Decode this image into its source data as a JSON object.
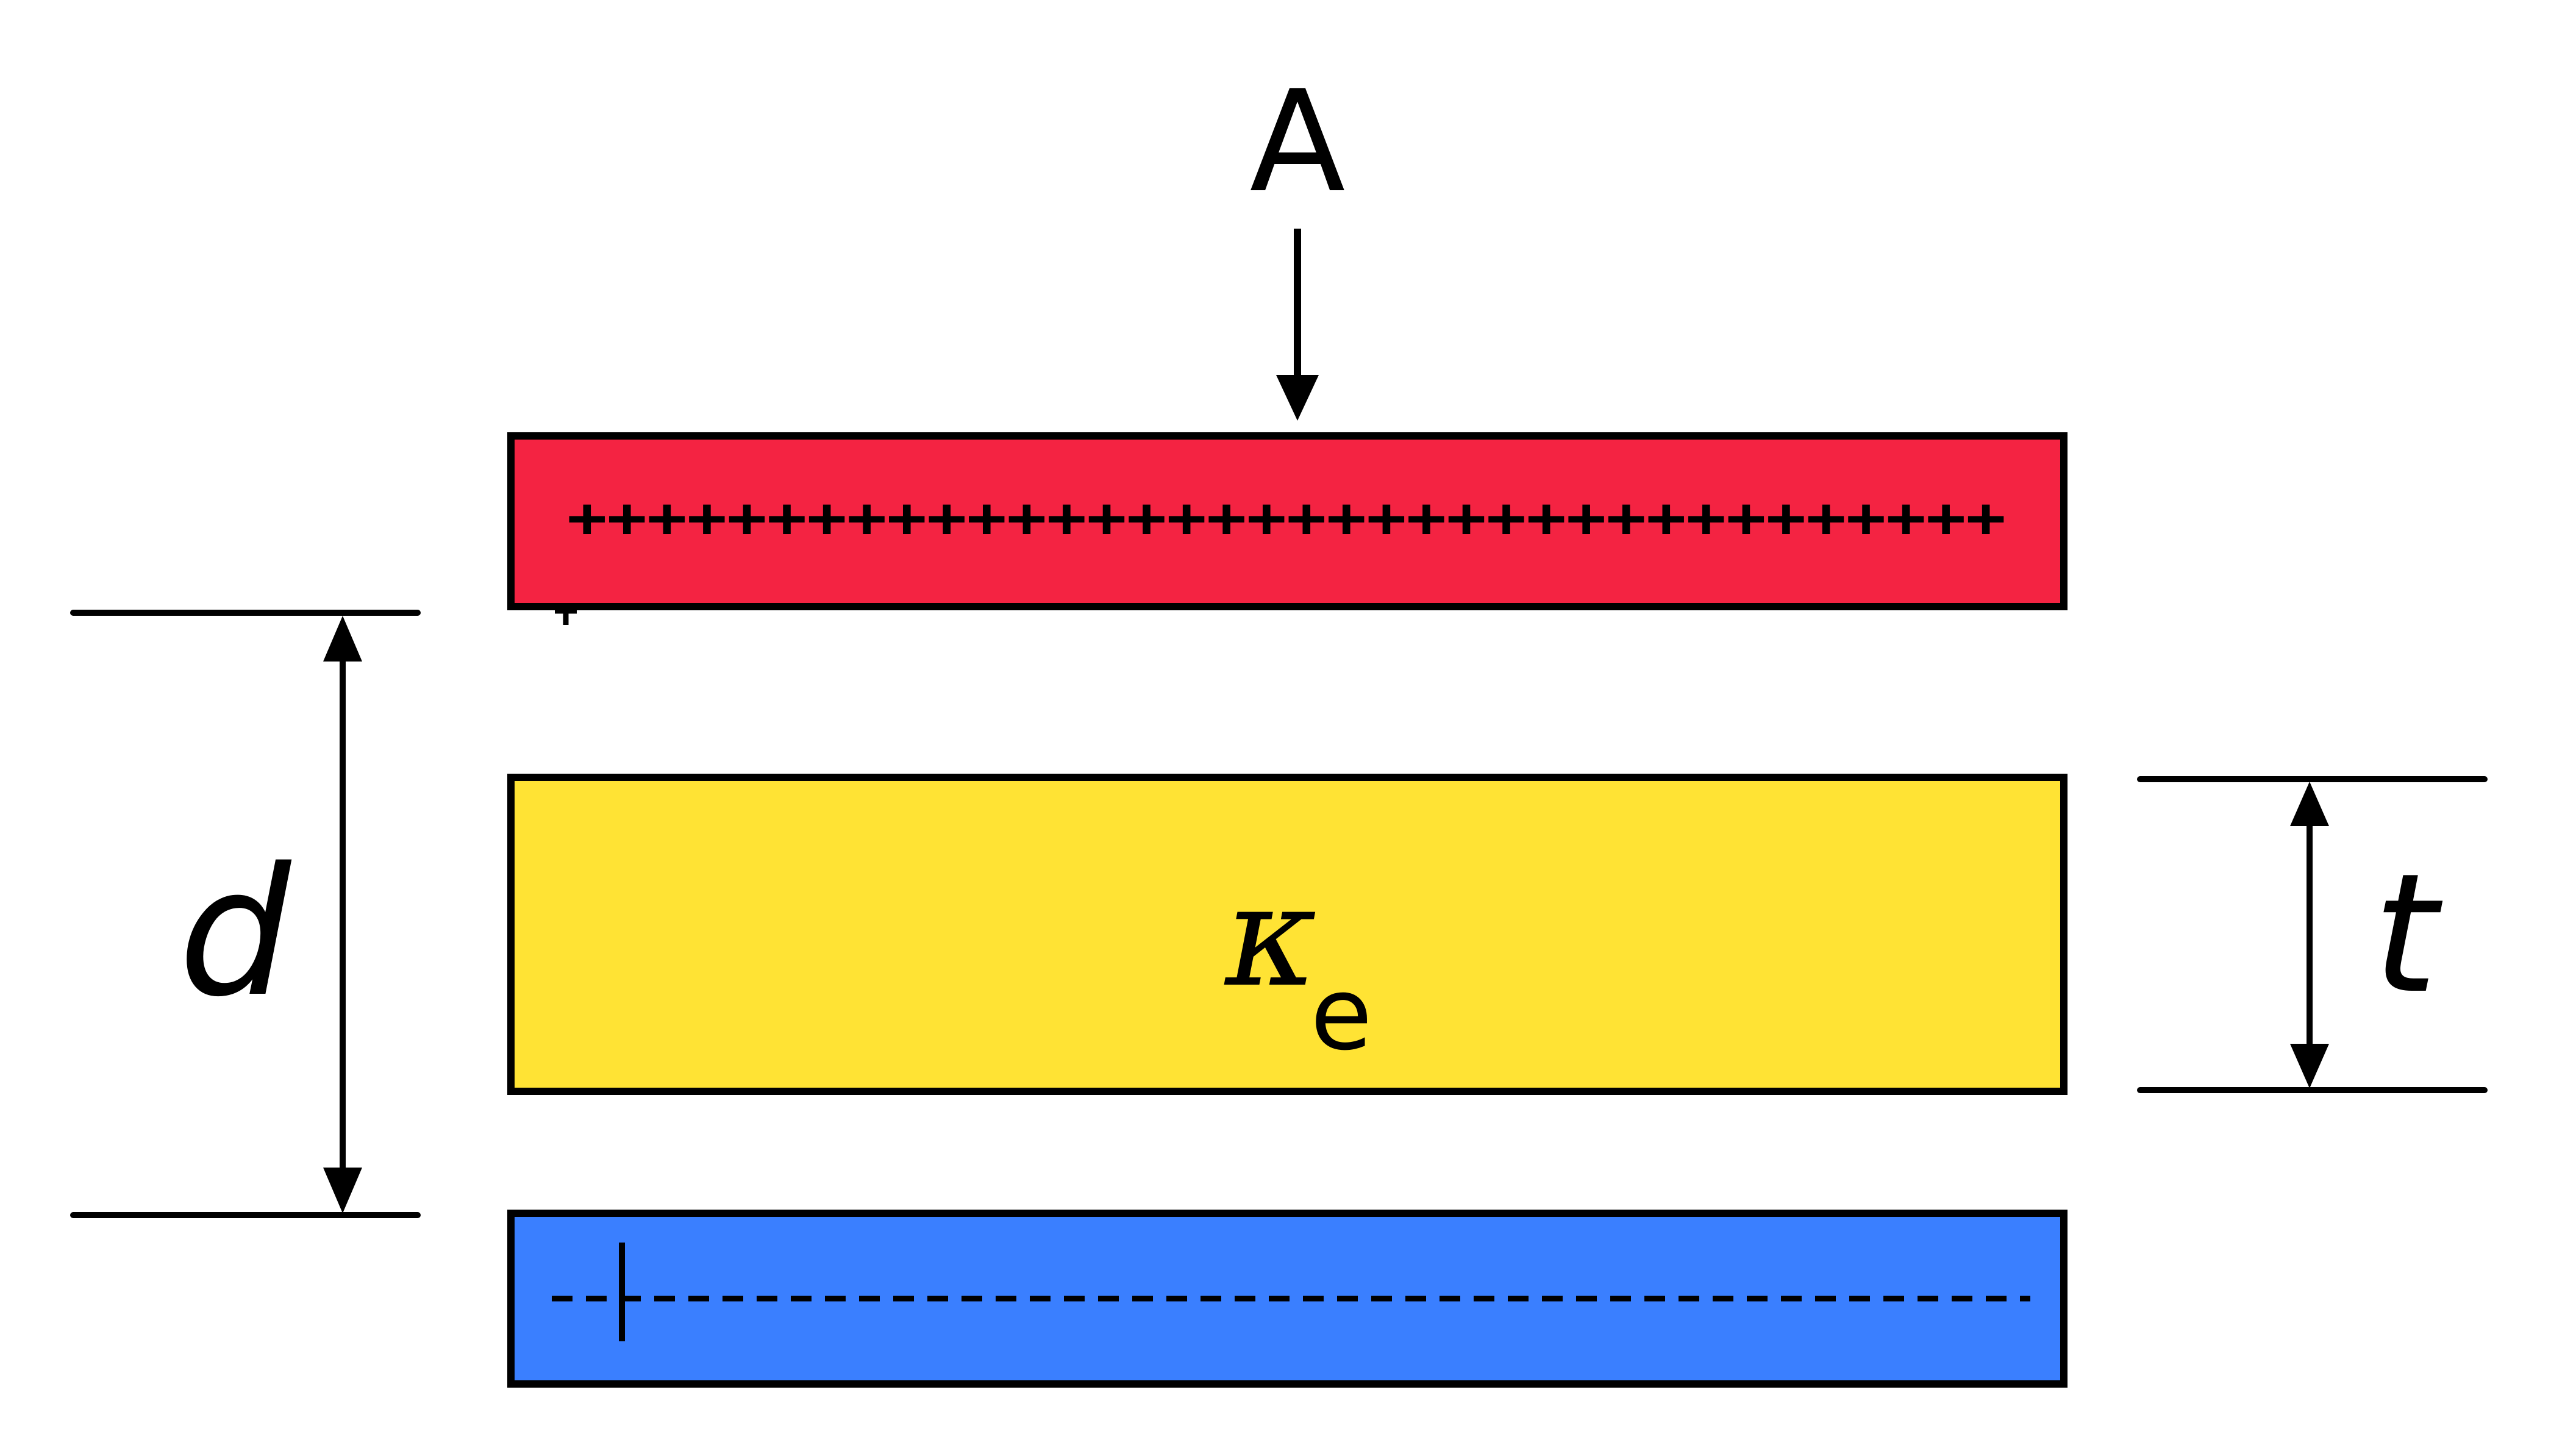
{
  "labels": {
    "area": "A",
    "separation": "d",
    "thickness": "t",
    "dielectric_symbol": "κ",
    "dielectric_subscript": "e"
  },
  "plates": {
    "top_charge": "++++++++++++++++++++++++++++++++++++",
    "bottom_charge": "- - - - - - - - - - - - - - - - - - - - - - - - - - - - - - - - - - - - -"
  },
  "colors": {
    "positive_plate": "#F42342",
    "dielectric": "#FFE334",
    "negative_plate": "#3A7FFF",
    "lines": "#000000"
  }
}
